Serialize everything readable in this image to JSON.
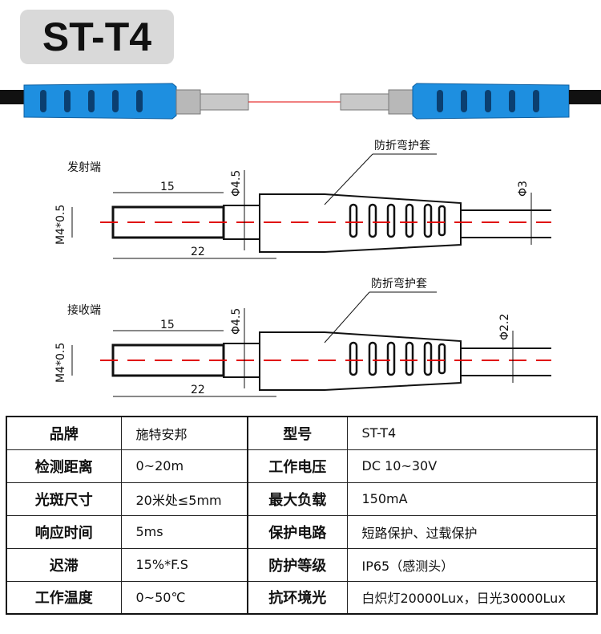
{
  "title": "ST-T4",
  "emitter": {
    "label": "发射端",
    "sleeve_label": "防折弯护套",
    "thread": "M4*0.5",
    "len1": "15",
    "len2": "22",
    "dia": "Φ4.5",
    "cable_dia": "Φ3"
  },
  "receiver": {
    "label": "接收端",
    "sleeve_label": "防折弯护套",
    "thread": "M4*0.5",
    "len1": "15",
    "len2": "22",
    "dia": "Φ4.5",
    "cable_dia": "Φ2.2"
  },
  "specs": [
    [
      "品牌",
      "施特安邦",
      "型号",
      "ST-T4"
    ],
    [
      "检测距离",
      "0~20m",
      "工作电压",
      "DC  10~30V"
    ],
    [
      "光斑尺寸",
      "20米处≤5mm",
      "最大负载",
      "150mA"
    ],
    [
      "响应时间",
      "5ms",
      "保护电路",
      "短路保护、过载保护"
    ],
    [
      "迟滞",
      "15%*F.S",
      "防护等级",
      "IP65（感测头）"
    ],
    [
      "工作温度",
      "0~50℃",
      "抗环境光",
      "白炽灯20000Lux，日光30000Lux"
    ]
  ],
  "colors": {
    "sleeve": "#1e8fe0",
    "laser": "#e00000"
  }
}
